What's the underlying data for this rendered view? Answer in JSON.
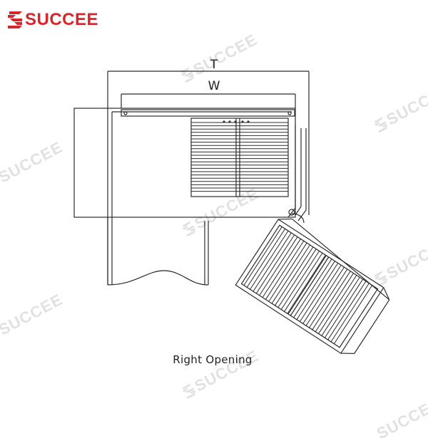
{
  "brand": {
    "name": "SUCCEE",
    "color": "#d7262b",
    "icon": "succee-stripe-logo-icon"
  },
  "watermark": {
    "text": "SUCCEE",
    "color": "#bdbdbd"
  },
  "diagram": {
    "dimension_labels": {
      "total_width": "T",
      "cabinet_width": "W"
    },
    "line_color": "#2b2b2b"
  },
  "caption": "Right Opening"
}
